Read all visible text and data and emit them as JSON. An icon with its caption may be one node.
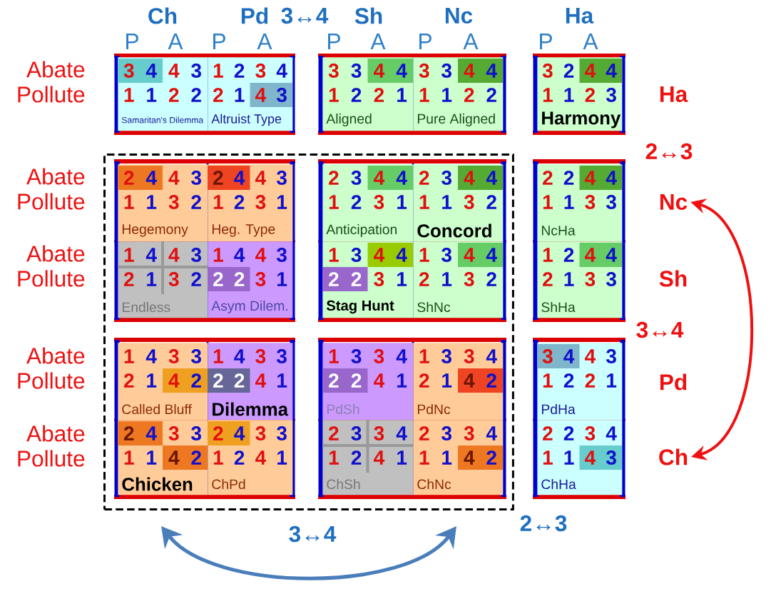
{
  "diagram": {
    "nodes": [
      {
        "text": [
          "3",
          "4",
          "4",
          "3",
          "1",
          "1",
          "2",
          "2",
          "Samaritan's Dilemma"
        ]
      },
      {
        "text": [
          "1",
          "2",
          "3",
          "4",
          "2",
          "1",
          "4",
          "3",
          "Altruist Type"
        ]
      },
      {
        "text": [
          "3",
          "3",
          "4",
          "4",
          "1",
          "2",
          "2",
          "1",
          "Aligned"
        ]
      },
      {
        "text": [
          "3",
          "3",
          "4",
          "4",
          "1",
          "1",
          "2",
          "2",
          "Pure Aligned"
        ]
      },
      {
        "text": [
          "3",
          "2",
          "4",
          "4",
          "1",
          "1",
          "2",
          "3",
          "Harmony"
        ]
      },
      {
        "text": [],
        "shape": "box"
      },
      {
        "text": [
          "2",
          "4",
          "4",
          "3",
          "1",
          "1",
          "3",
          "2",
          "Hegemony"
        ],
        "in": 5
      },
      {
        "text": [
          "2",
          "4",
          "4",
          "3",
          "1",
          "2",
          "3",
          "1",
          "Heg. Type"
        ],
        "in": 5
      },
      {
        "text": [
          "2",
          "3",
          "4",
          "4",
          "1",
          "2",
          "3",
          "1",
          "Anticipation"
        ],
        "in": 5
      },
      {
        "text": [
          "2",
          "3",
          "4",
          "4",
          "1",
          "1",
          "3",
          "2",
          "Concord"
        ],
        "in": 5
      },
      {
        "text": [
          "2",
          "2",
          "4",
          "4",
          "1",
          "1",
          "3",
          "3",
          "NcHa"
        ]
      },
      {
        "text": [
          "1",
          "4",
          "4",
          "3",
          "2",
          "1",
          "3",
          "2",
          "Endless"
        ],
        "in": 5
      },
      {
        "text": [
          "1",
          "4",
          "4",
          "3",
          "2",
          "2",
          "3",
          "1",
          "Asym Dilem."
        ],
        "in": 5
      },
      {
        "text": [
          "1",
          "3",
          "4",
          "4",
          "2",
          "2",
          "3",
          "1",
          "Stag Hunt"
        ],
        "in": 5
      },
      {
        "text": [
          "1",
          "3",
          "4",
          "4",
          "2",
          "1",
          "3",
          "2",
          "ShNc"
        ],
        "in": 5
      },
      {
        "text": [
          "1",
          "2",
          "4",
          "4",
          "2",
          "1",
          "3",
          "3",
          "ShHa"
        ]
      },
      {
        "text": [
          "1",
          "4",
          "3",
          "3",
          "2",
          "1",
          "4",
          "2",
          "Called Bluff"
        ],
        "in": 5
      },
      {
        "text": [
          "1",
          "4",
          "3",
          "3",
          "2",
          "2",
          "4",
          "1",
          "Dilemma"
        ],
        "in": 5
      },
      {
        "text": [
          "1",
          "3",
          "3",
          "4",
          "2",
          "2",
          "4",
          "1",
          "PdSh"
        ],
        "in": 5
      },
      {
        "text": [
          "1",
          "3",
          "3",
          "4",
          "2",
          "1",
          "4",
          "2",
          "PdNc"
        ],
        "in": 5
      },
      {
        "text": [
          "3",
          "4",
          "4",
          "3",
          "1",
          "2",
          "2",
          "1",
          "PdHa"
        ]
      },
      {
        "text": [
          "2",
          "4",
          "3",
          "3",
          "1",
          "1",
          "4",
          "2",
          "Chicken"
        ],
        "in": 5
      },
      {
        "text": [
          "2",
          "4",
          "3",
          "3",
          "1",
          "2",
          "4",
          "1",
          "ChPd"
        ],
        "in": 5
      },
      {
        "text": [
          "2",
          "3",
          "3",
          "4",
          "1",
          "2",
          "4",
          "1",
          "ChSh"
        ],
        "in": 5
      },
      {
        "text": [
          "2",
          "3",
          "3",
          "4",
          "1",
          "1",
          "4",
          "2",
          "ChNc"
        ],
        "in": 5
      },
      {
        "text": [
          "2",
          "2",
          "3",
          "4",
          "1",
          "1",
          "4",
          "3",
          "ChHa"
        ]
      },
      {
        "text": [
          "Nc"
        ]
      },
      {
        "text": [
          "Ch"
        ]
      }
    ],
    "edges": [
      {
        "from": 26,
        "to": 27,
        "arrow": "both"
      }
    ],
    "labels": [
      "Ch",
      "Pd",
      "3↔4",
      "Sh",
      "Nc",
      "Ha",
      "P",
      "A",
      "P",
      "A",
      "P",
      "A",
      "P",
      "A",
      "P",
      "A",
      "Abate",
      "Pollute",
      "Ha",
      "2↔3",
      "Abate",
      "Pollute",
      "Abate",
      "Pollute",
      "Sh",
      "3↔4",
      "Abate",
      "Pollute",
      "Pd",
      "Abate",
      "Pollute",
      "3↔4",
      "2↔3"
    ]
  }
}
